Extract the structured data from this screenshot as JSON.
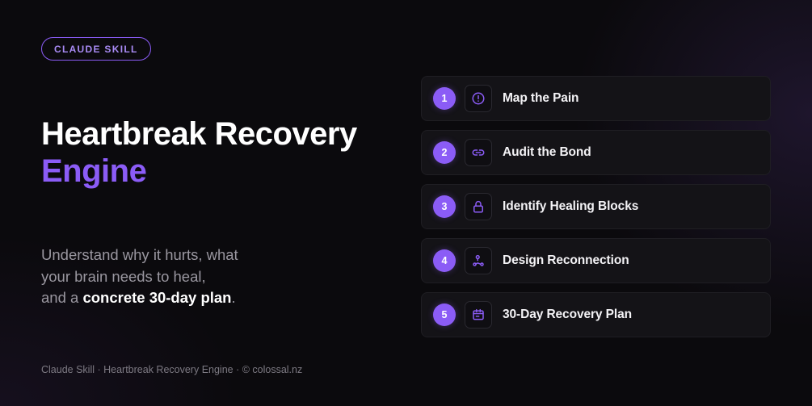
{
  "badge": "CLAUDE SKILL",
  "title": {
    "line1": "Heartbreak Recovery",
    "line2": "Engine"
  },
  "description": {
    "line1": "Understand why it hurts, what",
    "line2": "your brain needs to heal,",
    "line3_prefix": "and a ",
    "line3_bold": "concrete 30-day plan",
    "line3_suffix": "."
  },
  "footer": "Claude Skill · Heartbreak Recovery Engine · © colossal.nz",
  "colors": {
    "accent": "#8b5cf6",
    "background": "#0b0a0d",
    "card": "#141317"
  },
  "steps": [
    {
      "number": "1",
      "label": "Map the Pain",
      "icon": "alert-circle-icon"
    },
    {
      "number": "2",
      "label": "Audit the Bond",
      "icon": "link-icon"
    },
    {
      "number": "3",
      "label": "Identify Healing Blocks",
      "icon": "lock-icon"
    },
    {
      "number": "4",
      "label": "Design Reconnection",
      "icon": "route-icon"
    },
    {
      "number": "5",
      "label": "30-Day Recovery Plan",
      "icon": "calendar-icon"
    }
  ]
}
